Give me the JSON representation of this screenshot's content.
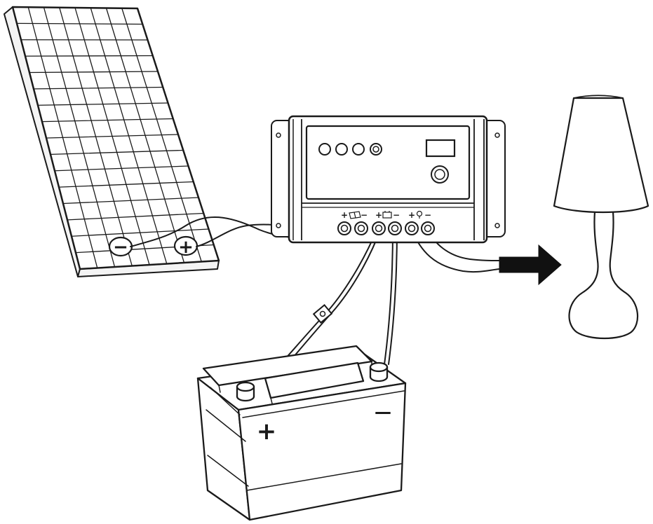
{
  "components": {
    "solar_panel": {
      "negative_sign": "−",
      "positive_sign": "+"
    },
    "charge_controller": {
      "terminal_groups": [
        {
          "name": "solar-input",
          "plus": "+",
          "minus": "−"
        },
        {
          "name": "battery",
          "plus": "+",
          "minus": "−"
        },
        {
          "name": "load",
          "plus": "+",
          "minus": "−"
        }
      ]
    },
    "battery": {
      "positive_sign": "+",
      "negative_sign": "—"
    },
    "lamp": {},
    "output_arrow": {}
  },
  "colors": {
    "line": "#1a1a1a",
    "background": "#ffffff",
    "arrow_fill": "#111111"
  }
}
